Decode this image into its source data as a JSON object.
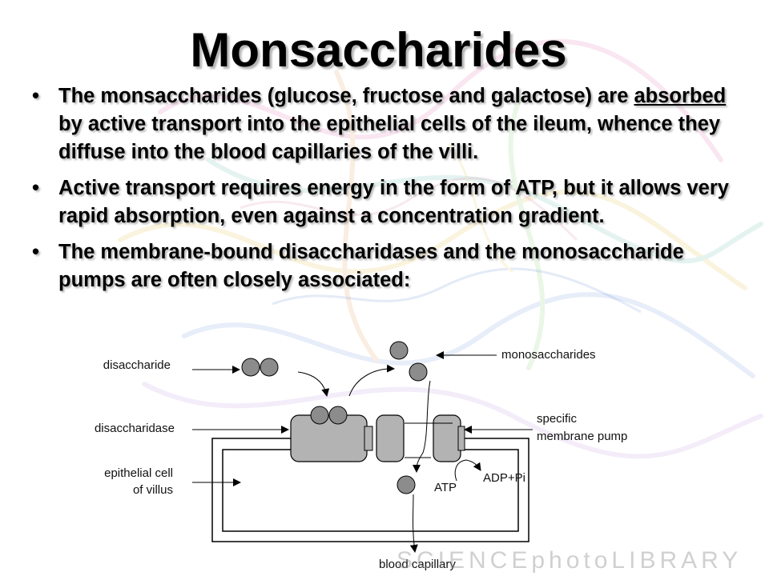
{
  "slide": {
    "title": "Monsaccharides",
    "bullet_glyph": "•",
    "bullets": [
      {
        "before": "The monsaccharides (glucose, fructose and galactose) are ",
        "underlined": "absorbed",
        "after": " by active transport into the epithelial cells of the ileum, whence they diffuse into the blood capillaries of the villi."
      },
      {
        "text": "Active transport requires energy in the form of ATP, but it allows very rapid absorption, even against a concentration gradient."
      },
      {
        "text": "The membrane-bound disaccharidases and the monosaccharide pumps are often closely associated:"
      }
    ]
  },
  "diagram": {
    "labels": {
      "disaccharide": "disaccharide",
      "disaccharidase": "disaccharidase",
      "epithelial_line1": "epithelial cell",
      "epithelial_line2": "of villus",
      "monosaccharides": "monosaccharides",
      "pump_line1": "specific",
      "pump_line2": "membrane pump",
      "atp": "ATP",
      "adp": "ADP+Pi",
      "blood_capillary": "blood capillary"
    },
    "watermark": "SCIENCEphotoLIBRARY",
    "colors": {
      "molecule": "#8c8c8c",
      "protein": "#b3b3b3",
      "line": "#000000"
    }
  }
}
